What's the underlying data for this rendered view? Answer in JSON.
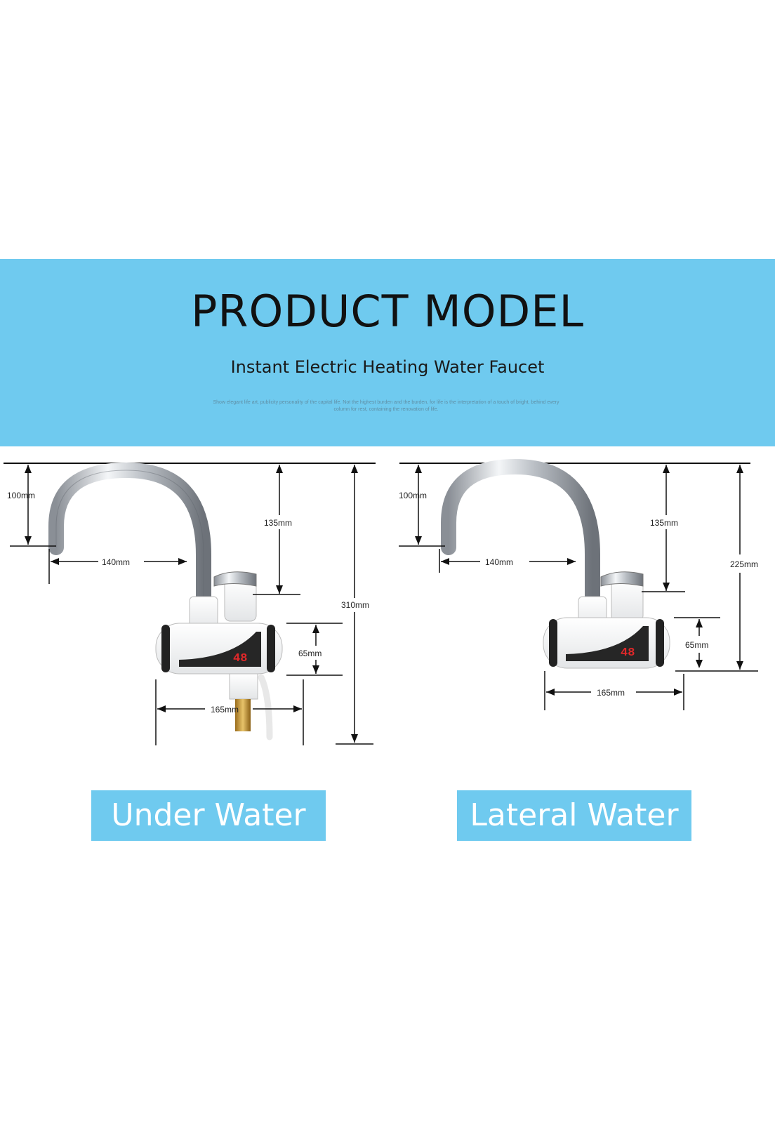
{
  "header": {
    "title": "PRODUCT MODEL",
    "subtitle": "Instant Electric Heating Water Faucet",
    "fine_print": "Show elegant life art, publicity personality of the capital life. Not the highest burden and the burden, for life is the interpretation of a touch of bright, behind every column for rest, containing the renovation of life."
  },
  "under_water": {
    "label": "Under Water",
    "dims": {
      "spout_drop": "100mm",
      "spout_to_body": "135mm",
      "total_height": "310mm",
      "spout_reach": "140mm",
      "body_height": "65mm",
      "body_width": "165mm"
    }
  },
  "lateral_water": {
    "label": "Lateral Water",
    "dims": {
      "spout_drop": "100mm",
      "spout_to_body": "135mm",
      "total_height": "225mm",
      "spout_reach": "140mm",
      "body_height": "65mm",
      "body_width": "165mm"
    }
  },
  "colors": {
    "banner": "#6fcaef",
    "display_digits": "#e0282a"
  }
}
